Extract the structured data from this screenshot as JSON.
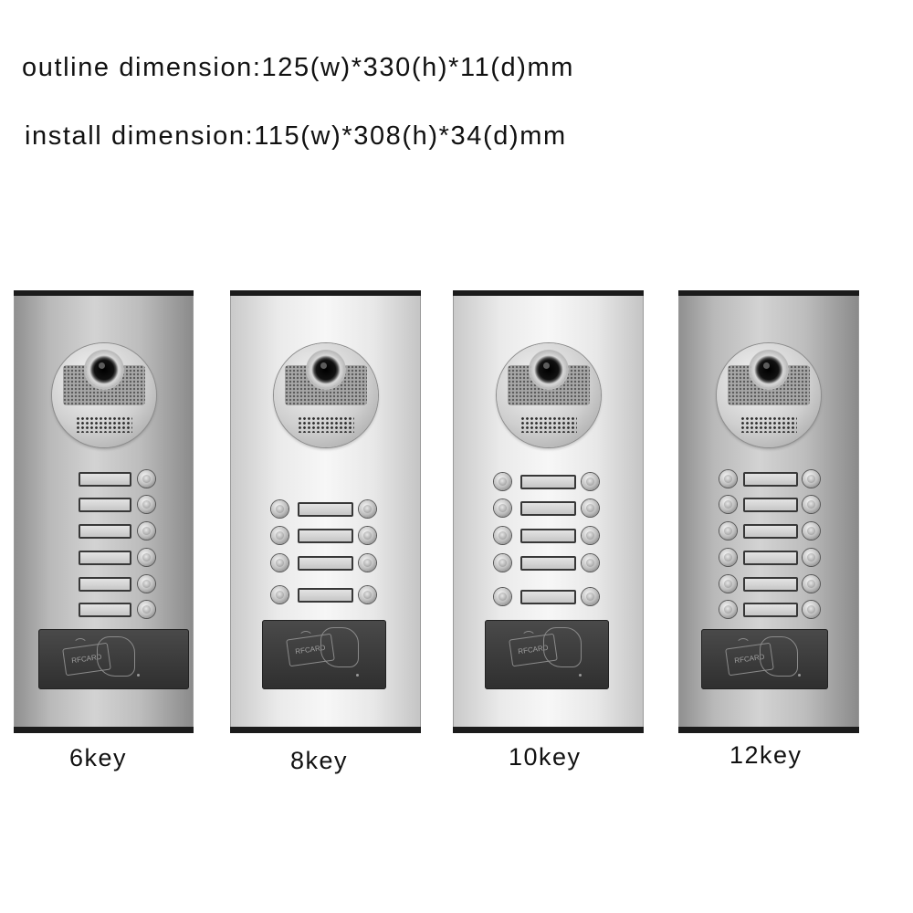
{
  "specs": {
    "outline": "outline dimension:125(w)*330(h)*11(d)mm",
    "install": "install dimension:115(w)*308(h)*34(d)mm"
  },
  "panels": [
    {
      "label": "6key",
      "keys": 6,
      "card_text": "RFCARD"
    },
    {
      "label": "8key",
      "keys": 8,
      "card_text": "RFCARD"
    },
    {
      "label": "10key",
      "keys": 10,
      "card_text": "RFCARD"
    },
    {
      "label": "12key",
      "keys": 12,
      "card_text": "RFCARD"
    }
  ]
}
